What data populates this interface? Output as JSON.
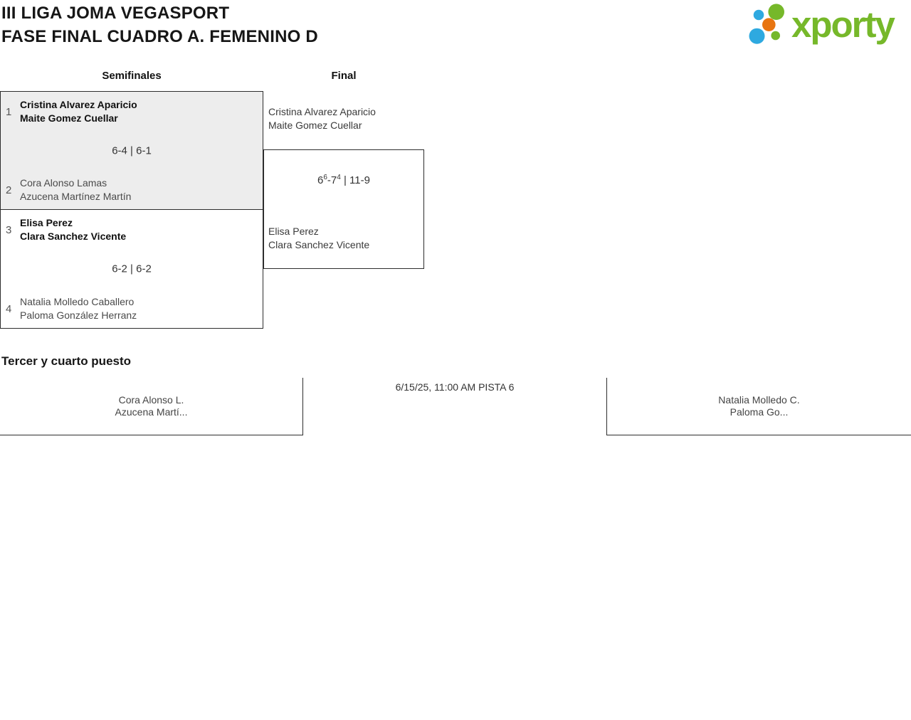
{
  "header": {
    "title_line1": "III LIGA JOMA VEGASPORT",
    "title_line2": "FASE FINAL CUADRO A. FEMENINO D"
  },
  "logo": {
    "brand": "xporty",
    "colors": {
      "green": "#76B82A",
      "blue": "#2EA9E0",
      "orange": "#E87511"
    }
  },
  "bracket": {
    "round_headers": [
      {
        "label": "Semifinales"
      },
      {
        "label": "Final"
      }
    ],
    "semifinals": [
      {
        "seed_top": "1",
        "team_top": [
          "Cristina Alvarez Aparicio",
          "Maite Gomez Cuellar"
        ],
        "score": "6-4 | 6-1",
        "seed_bottom": "2",
        "team_bottom": [
          "Cora Alonso Lamas",
          "Azucena Martínez Martín"
        ],
        "winner": "top"
      },
      {
        "seed_top": "3",
        "team_top": [
          "Elisa Perez",
          "Clara Sanchez Vicente"
        ],
        "score": "6-2 | 6-2",
        "seed_bottom": "4",
        "team_bottom": [
          "Natalia Molledo Caballero",
          "Paloma González Herranz"
        ],
        "winner": "top"
      }
    ],
    "final": {
      "team_top": [
        "Cristina Alvarez Aparicio",
        "Maite Gomez Cuellar"
      ],
      "team_bottom": [
        "Elisa Perez",
        "Clara Sanchez Vicente"
      ],
      "score_parts": {
        "a": "6",
        "a_sup": "6",
        "b": "-7",
        "b_sup": "4",
        "rest": " | 11-9"
      }
    }
  },
  "third_place": {
    "heading": "Tercer y cuarto puesto",
    "match_info": "6/15/25, 11:00 AM PISTA 6",
    "team_left": [
      "Cora Alonso L.",
      "Azucena Martí..."
    ],
    "team_right": [
      "Natalia Molledo C.",
      "Paloma Go..."
    ]
  }
}
